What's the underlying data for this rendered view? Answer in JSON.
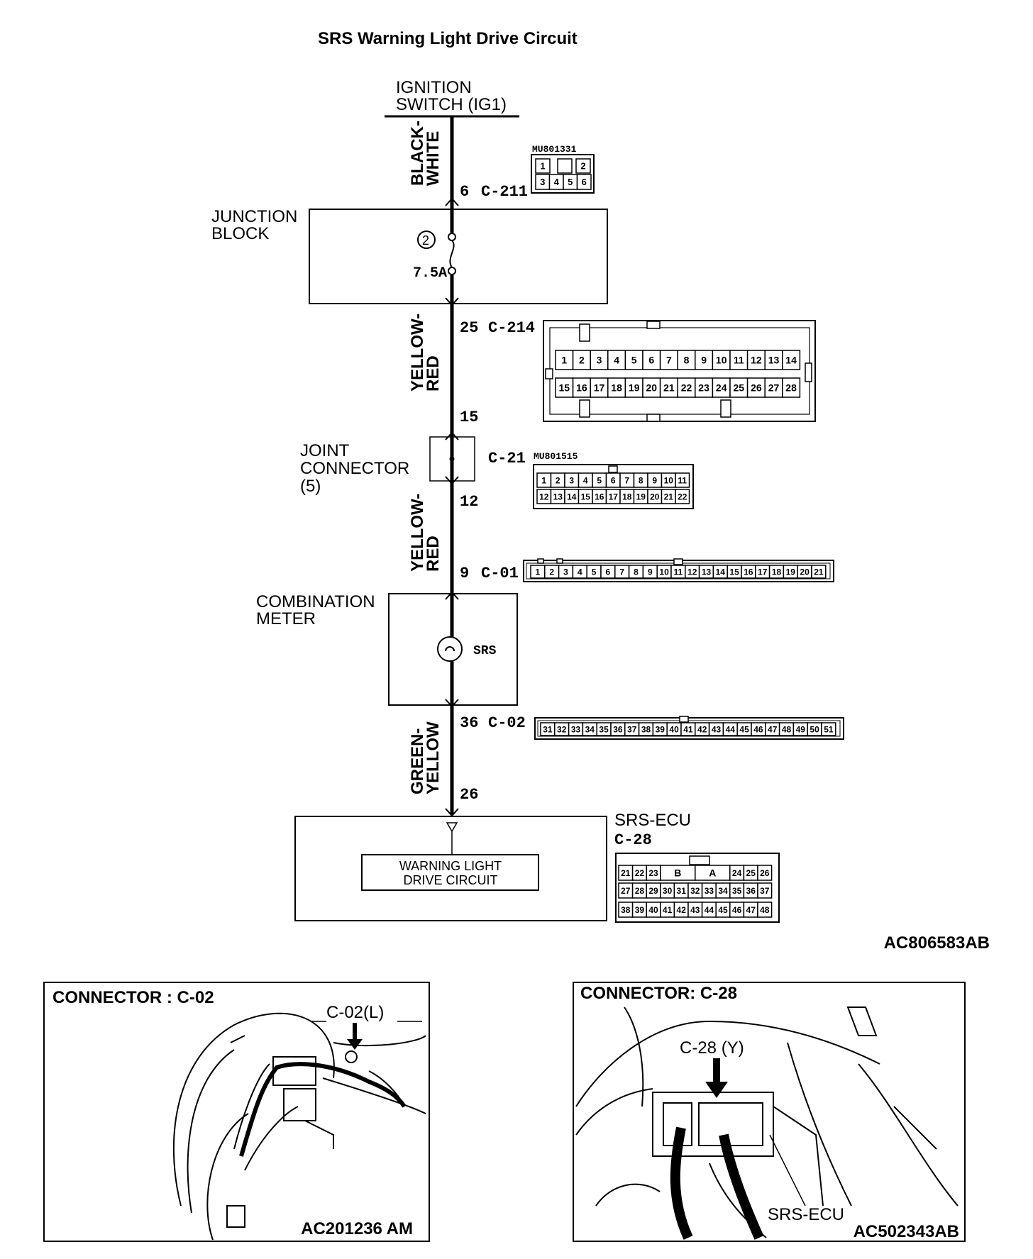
{
  "title": "SRS Warning Light Drive Circuit",
  "figure_id_top": "AC806583AB",
  "ignition_switch": {
    "line1": "IGNITION",
    "line2": "SWITCH (IG1)"
  },
  "wires": {
    "black_white": {
      "line1": "BLACK-",
      "line2": "WHITE"
    },
    "yellow_red_1": {
      "line1": "YELLOW-",
      "line2": "RED"
    },
    "yellow_red_2": {
      "line1": "YELLOW-",
      "line2": "RED"
    },
    "green_yellow": {
      "line1": "GREEN-",
      "line2": "YELLOW"
    }
  },
  "junction_block": {
    "line1": "JUNCTION",
    "line2": "BLOCK",
    "fuse_number": "2",
    "fuse_rating": "7.5A"
  },
  "joint_connector": {
    "line1": "JOINT",
    "line2": "CONNECTOR",
    "line3": "(5)"
  },
  "combination_meter": {
    "line1": "COMBINATION",
    "line2": "METER",
    "lamp_label": "SRS"
  },
  "srs_ecu": {
    "name": "SRS-ECU",
    "connector": "C-28",
    "block_line1": "WARNING LIGHT",
    "block_line2": "DRIVE CIRCUIT"
  },
  "terminals": {
    "t6": "6",
    "c211": "C-211",
    "t25": "25",
    "c214": "C-214",
    "t15": "15",
    "c21": "C-21",
    "t12": "12",
    "t9": "9",
    "c01": "C-01",
    "t36": "36",
    "c02": "C-02",
    "t26": "26"
  },
  "connector_c211": {
    "part_no": "MU801331",
    "row1": [
      "1",
      "",
      "2"
    ],
    "row2": [
      "3",
      "4",
      "5",
      "6"
    ]
  },
  "connector_c214": {
    "row1": [
      "1",
      "2",
      "3",
      "4",
      "5",
      "6",
      "7",
      "8",
      "9",
      "10",
      "11",
      "12",
      "13",
      "14"
    ],
    "row2": [
      "15",
      "16",
      "17",
      "18",
      "19",
      "20",
      "21",
      "22",
      "23",
      "24",
      "25",
      "26",
      "27",
      "28"
    ]
  },
  "connector_c21": {
    "part_no": "MU801515",
    "row1": [
      "1",
      "2",
      "3",
      "4",
      "5",
      "6",
      "7",
      "8",
      "9",
      "10",
      "11"
    ],
    "row2": [
      "12",
      "13",
      "14",
      "15",
      "16",
      "17",
      "18",
      "19",
      "20",
      "21",
      "22"
    ]
  },
  "connector_c01": {
    "pins": [
      "1",
      "2",
      "3",
      "4",
      "5",
      "6",
      "7",
      "8",
      "9",
      "10",
      "11",
      "12",
      "13",
      "14",
      "15",
      "16",
      "17",
      "18",
      "19",
      "20",
      "21"
    ]
  },
  "connector_c02": {
    "pins": [
      "31",
      "32",
      "33",
      "34",
      "35",
      "36",
      "37",
      "38",
      "39",
      "40",
      "41",
      "42",
      "43",
      "44",
      "45",
      "46",
      "47",
      "48",
      "49",
      "50",
      "51"
    ]
  },
  "connector_c28": {
    "row1_left": [
      "21",
      "22",
      "23"
    ],
    "row1_mid": [
      "B",
      "A"
    ],
    "row1_right": [
      "24",
      "25",
      "26"
    ],
    "row2": [
      "27",
      "28",
      "29",
      "30",
      "31",
      "32",
      "33",
      "34",
      "35",
      "36",
      "37"
    ],
    "row3": [
      "38",
      "39",
      "40",
      "41",
      "42",
      "43",
      "44",
      "45",
      "46",
      "47",
      "48"
    ]
  },
  "photo_left": {
    "title": "CONNECTOR : C-02",
    "callout": "C-02(L)",
    "figure_id": "AC201236 AM"
  },
  "photo_right": {
    "title": "CONNECTOR: C-28",
    "callout": "C-28 (Y)",
    "label": "SRS-ECU",
    "figure_id": "AC502343AB"
  }
}
